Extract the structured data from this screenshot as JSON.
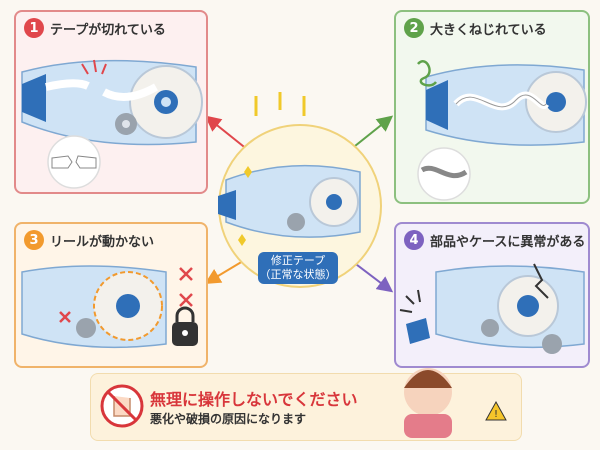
{
  "panels": [
    {
      "number": "1",
      "title": "テープが切れている",
      "color": "#e0474c"
    },
    {
      "number": "2",
      "title": "大きくねじれている",
      "color": "#5fa24a"
    },
    {
      "number": "3",
      "title": "リールが動かない",
      "color": "#f29a2e"
    },
    {
      "number": "4",
      "title": "部品やケースに異常がある",
      "color": "#7d62c0"
    }
  ],
  "center": {
    "line1": "修正テープ",
    "line2": "（正常な状態）"
  },
  "warning": {
    "title": "無理に操作しないでください",
    "subtitle": "悪化や破損の原因になります"
  }
}
